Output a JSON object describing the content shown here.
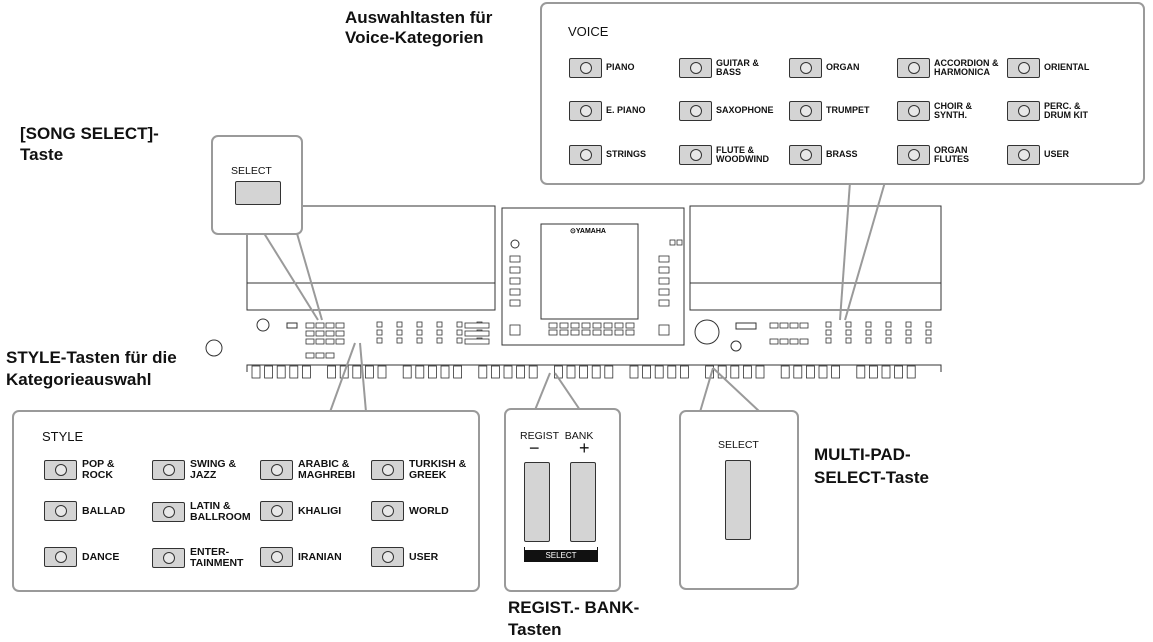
{
  "labels": {
    "voice_categories": "Auswahltasten für\nVoice-Kategorien",
    "song_select_line1": "[SONG SELECT]-",
    "song_select_line2": "Taste",
    "style_line1": "STYLE-Tasten für die",
    "style_line2": "Kategorieauswahl",
    "multipad_line1": "MULTI-PAD-",
    "multipad_line2": "SELECT-Taste",
    "regist_line1": "REGIST.- BANK-",
    "regist_line2": "Tasten"
  },
  "voice_panel": {
    "title": "VOICE",
    "buttons": [
      "PIANO",
      "GUITAR &\nBASS",
      "ORGAN",
      "ACCORDION &\nHARMONICA",
      "ORIENTAL",
      "E. PIANO",
      "SAXOPHONE",
      "TRUMPET",
      "CHOIR &\nSYNTH.",
      "PERC. &\nDRUM KIT",
      "STRINGS",
      "FLUTE &\nWOODWIND",
      "BRASS",
      "ORGAN\nFLUTES",
      "USER"
    ]
  },
  "song_select_panel": {
    "button_label": "SELECT"
  },
  "style_panel": {
    "title": "STYLE",
    "buttons": [
      "POP &\nROCK",
      "SWING &\nJAZZ",
      "ARABIC &\nMAGHREBI",
      "TURKISH &\nGREEK",
      "BALLAD",
      "LATIN &\nBALLROOM",
      "KHALIGI",
      "WORLD",
      "DANCE",
      "ENTER-\nTAINMENT",
      "IRANIAN",
      "USER"
    ]
  },
  "regist_panel": {
    "title": "REGIST  BANK",
    "minus": "−",
    "plus": "+",
    "select": "SELECT"
  },
  "multipad_panel": {
    "button_label": "SELECT"
  },
  "instrument": {
    "brand": "⊙YAMAHA"
  }
}
